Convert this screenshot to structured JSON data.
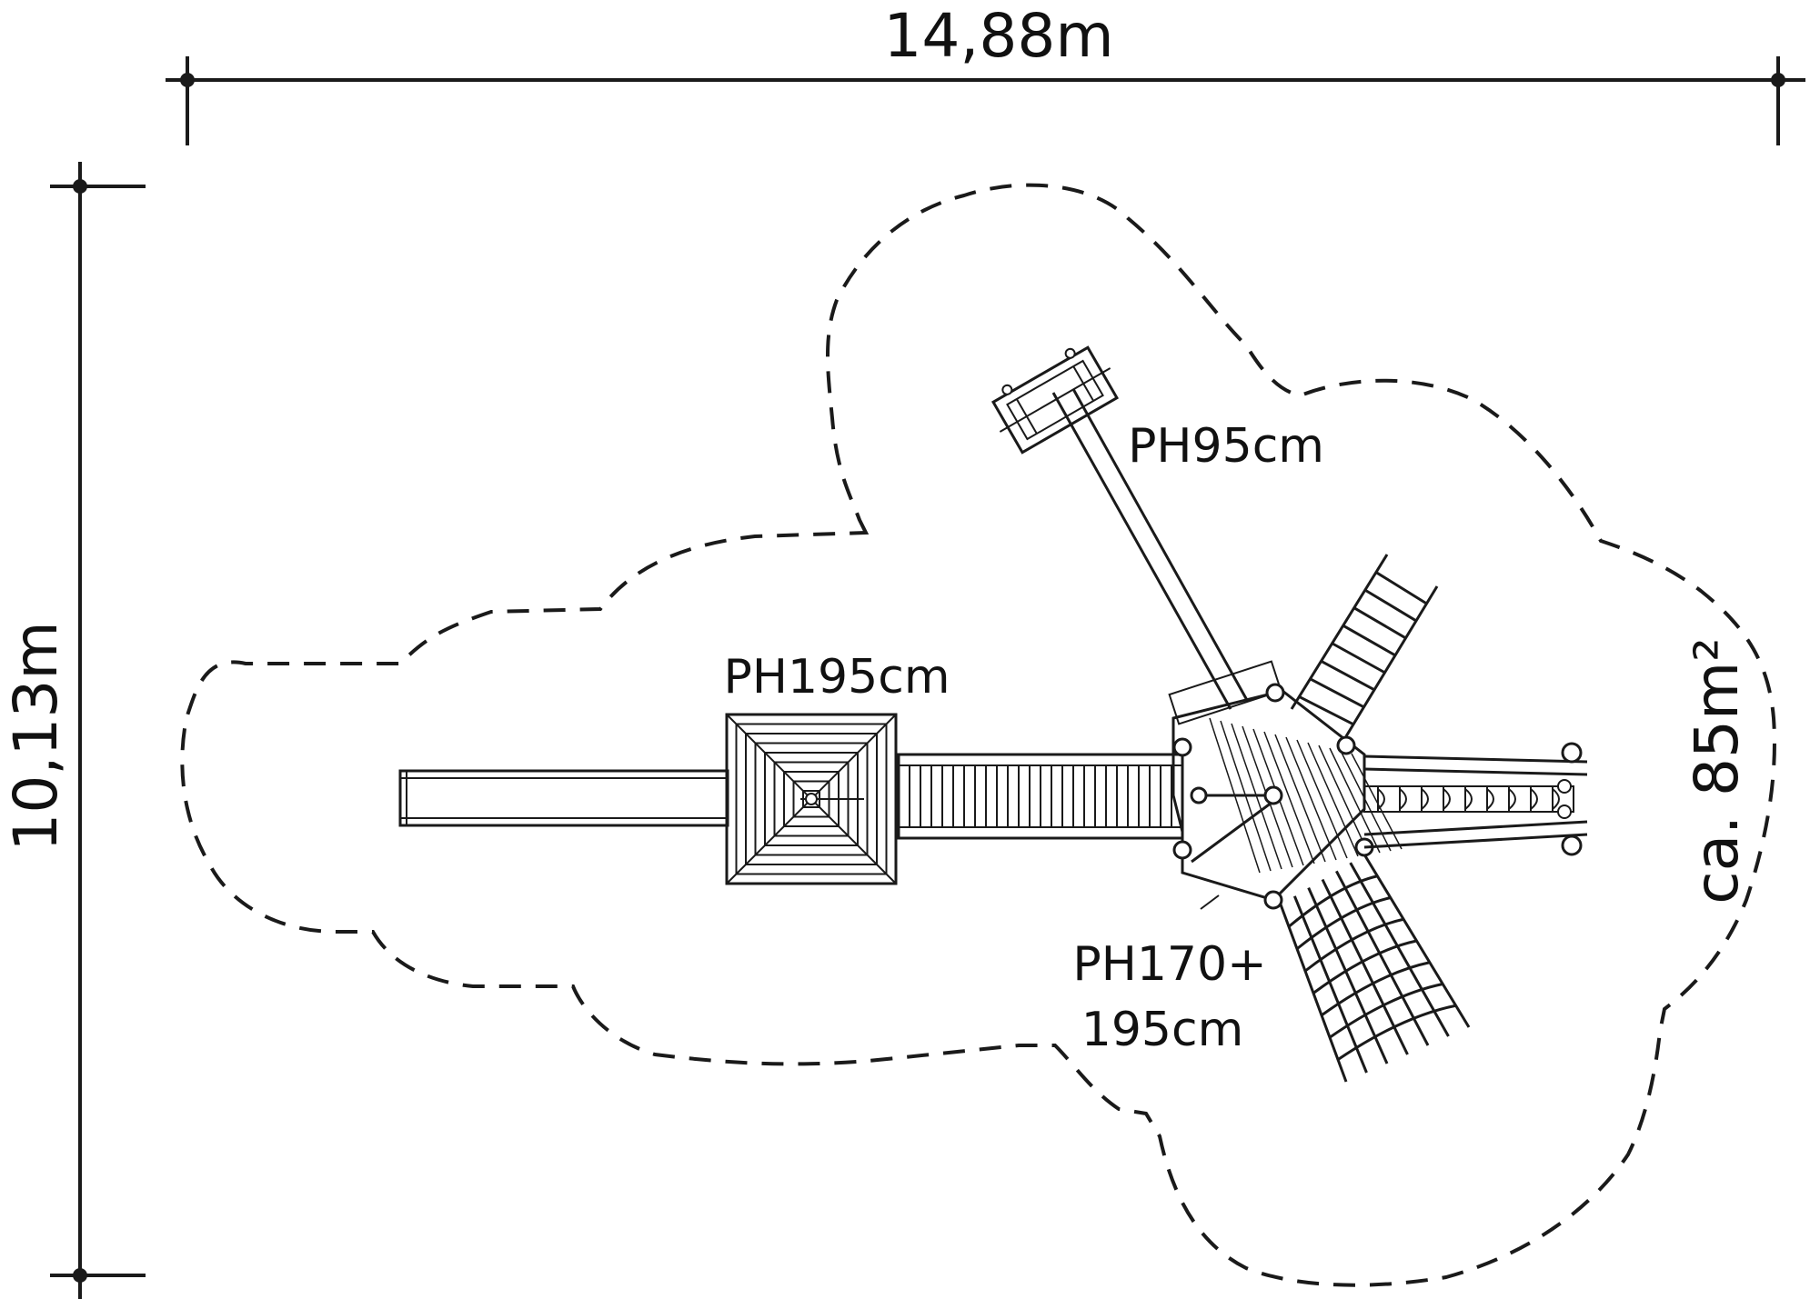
{
  "dimensions": {
    "width_label": "14,88m",
    "depth_label": "10,13m",
    "area_label": "ca. 85m²"
  },
  "platforms": {
    "left_tower_label": "PH195cm",
    "swing_end_label": "PH95cm",
    "hex_tower_label_line1": "PH170+",
    "hex_tower_label_line2": "195cm"
  },
  "colors": {
    "line": "#1a1a1a",
    "background": "#ffffff"
  }
}
